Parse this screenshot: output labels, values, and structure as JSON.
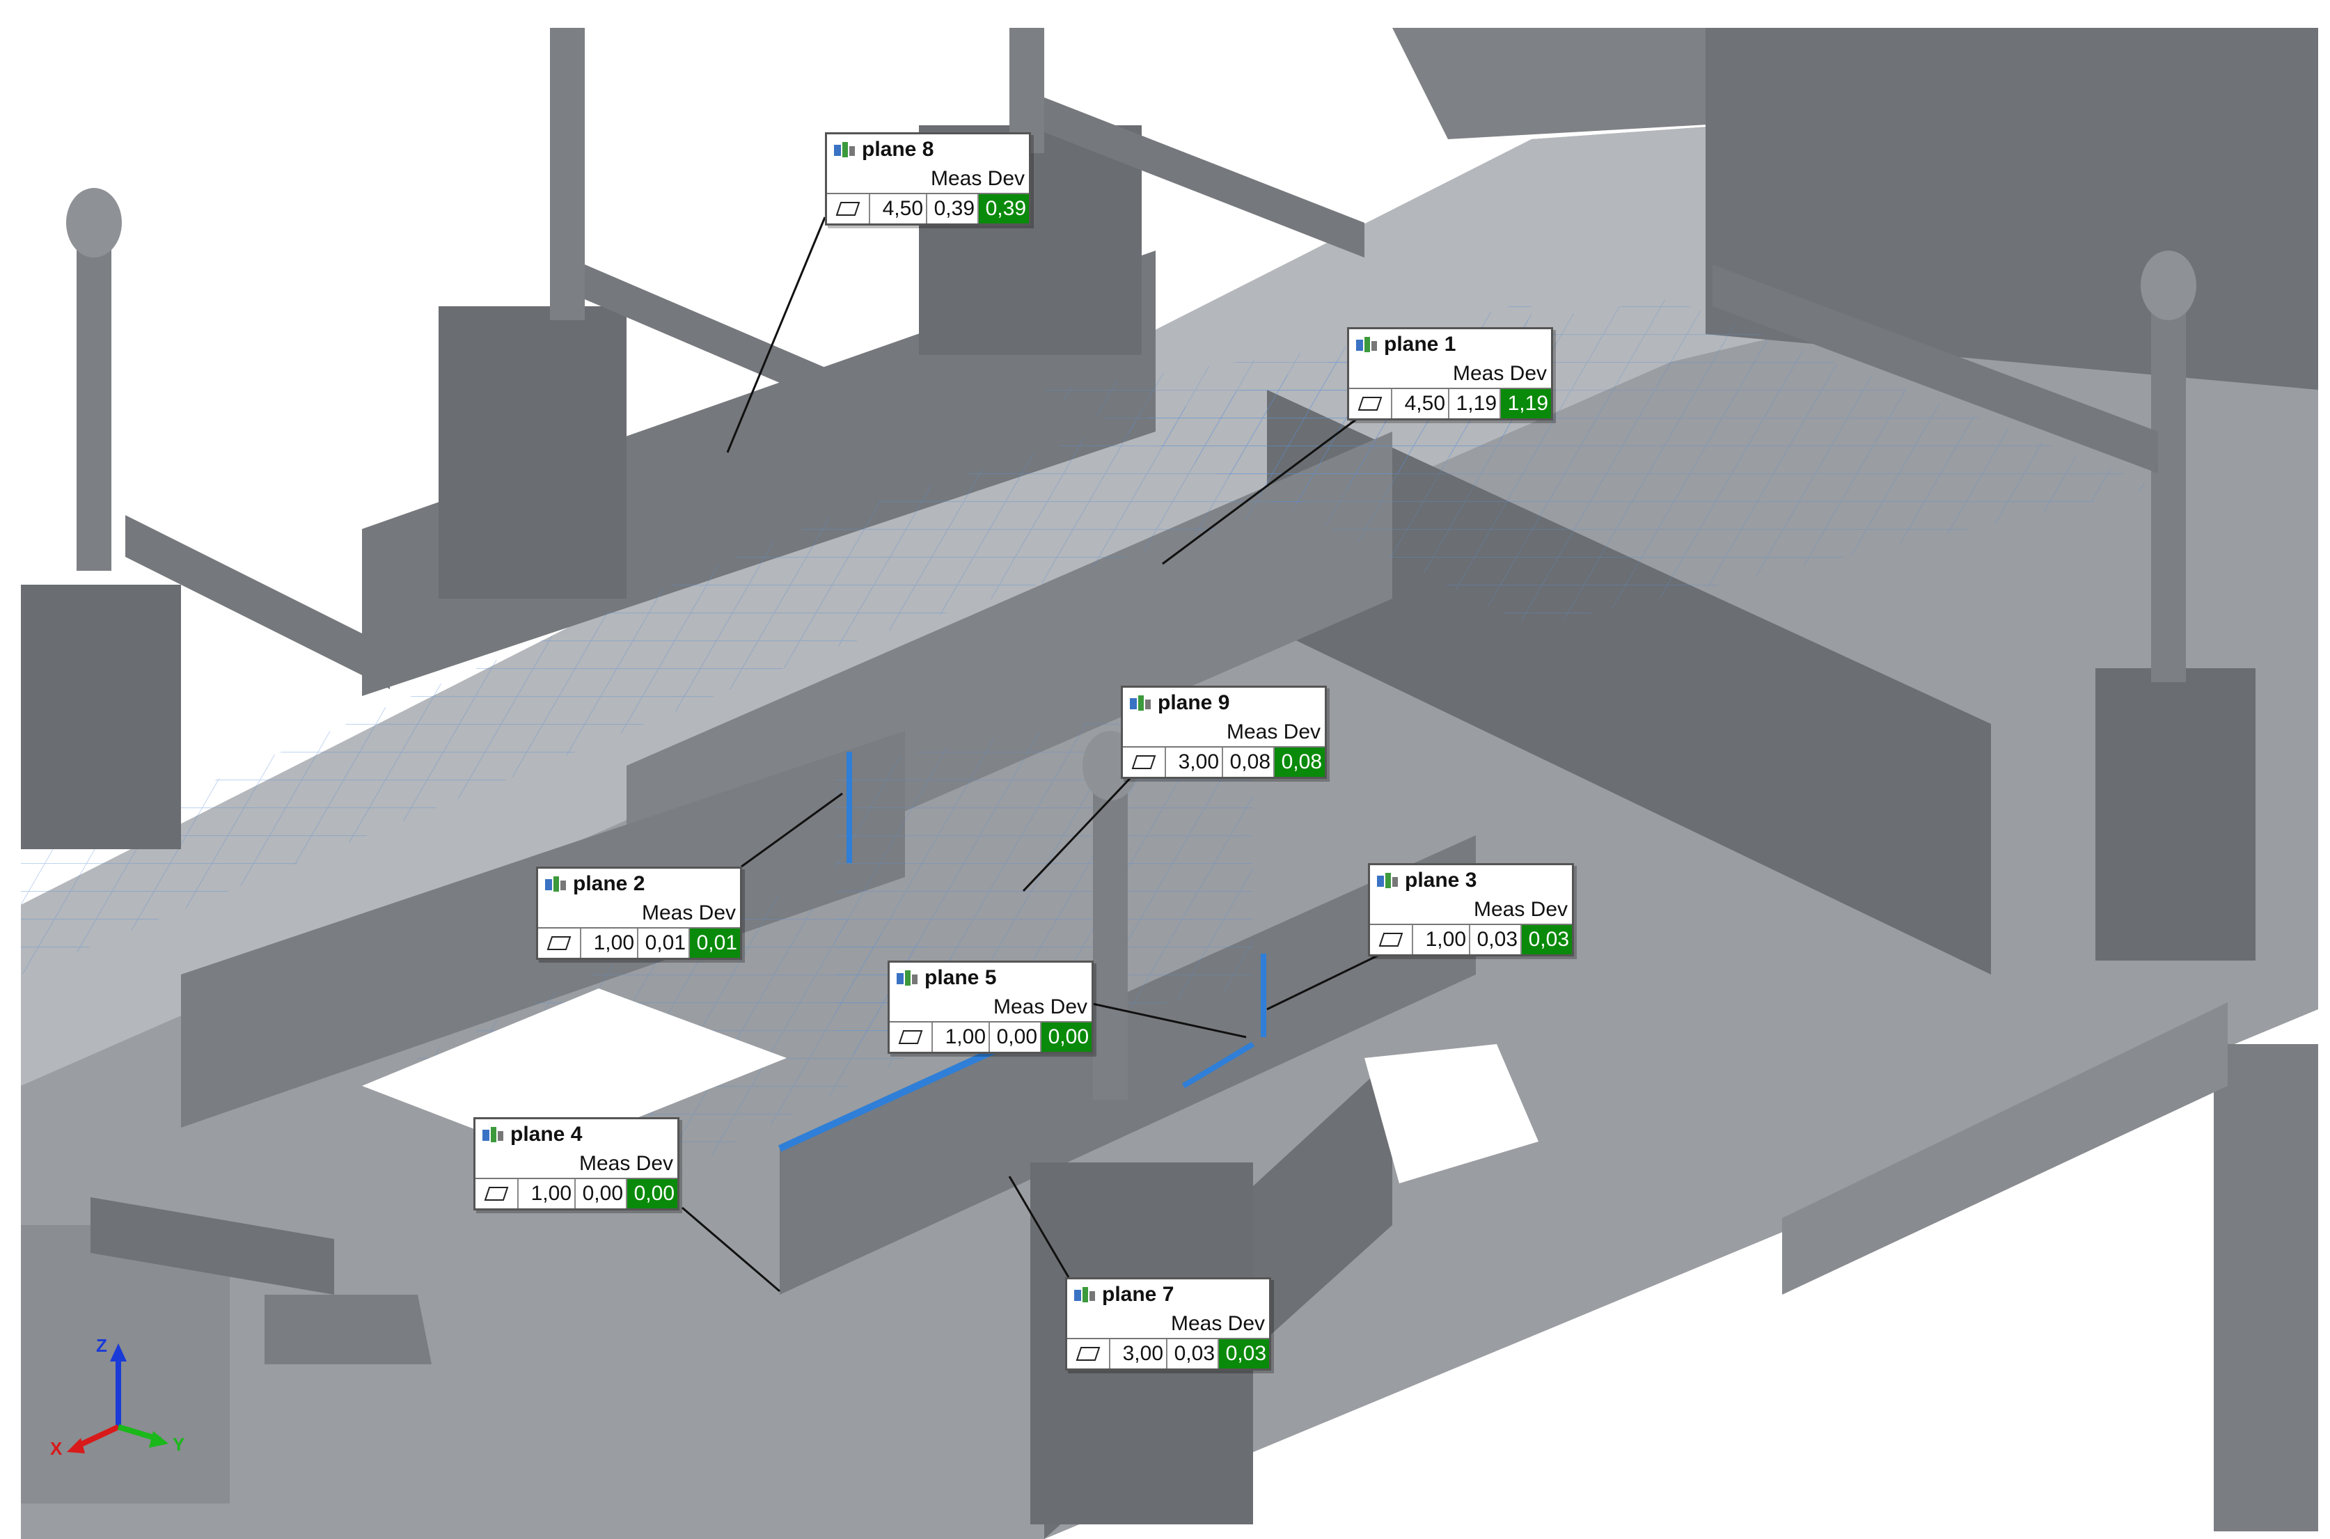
{
  "callouts": [
    {
      "title": "plane 8",
      "cols": "Meas Dev",
      "nominal": "4,50",
      "meas": "0,39",
      "dev": "0,39"
    },
    {
      "title": "plane 1",
      "cols": "Meas Dev",
      "nominal": "4,50",
      "meas": "1,19",
      "dev": "1,19"
    },
    {
      "title": "plane 9",
      "cols": "Meas Dev",
      "nominal": "3,00",
      "meas": "0,08",
      "dev": "0,08"
    },
    {
      "title": "plane 2",
      "cols": "Meas Dev",
      "nominal": "1,00",
      "meas": "0,01",
      "dev": "0,01"
    },
    {
      "title": "plane 3",
      "cols": "Meas Dev",
      "nominal": "1,00",
      "meas": "0,03",
      "dev": "0,03"
    },
    {
      "title": "plane 5",
      "cols": "Meas Dev",
      "nominal": "1,00",
      "meas": "0,00",
      "dev": "0,00"
    },
    {
      "title": "plane 4",
      "cols": "Meas Dev",
      "nominal": "1,00",
      "meas": "0,00",
      "dev": "0,00"
    },
    {
      "title": "plane 7",
      "cols": "Meas Dev",
      "nominal": "3,00",
      "meas": "0,03",
      "dev": "0,03"
    }
  ],
  "axes": {
    "x": "X",
    "y": "Y",
    "z": "Z"
  },
  "colors": {
    "deviation_ok": "#0a8a0a",
    "measured_plane": "#2f7fd8",
    "part": "#8c8f93"
  },
  "icons": {
    "feature": "plane-feature-icon",
    "flatness": "flatness-icon"
  }
}
